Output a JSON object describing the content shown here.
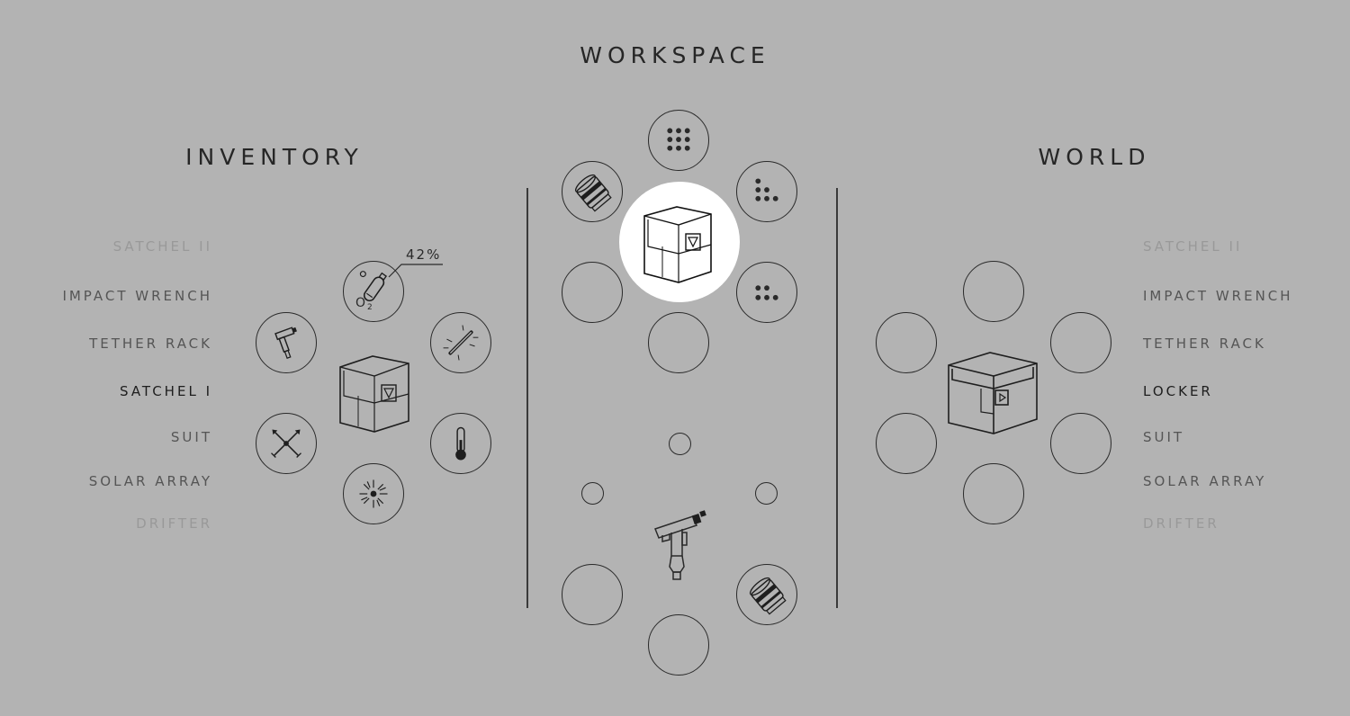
{
  "titles": {
    "workspace": "WORKSPACE",
    "inventory": "INVENTORY",
    "world": "WORLD"
  },
  "inventory": {
    "containers": [
      "SATCHEL II",
      "IMPACT WRENCH",
      "TETHER RACK",
      "SATCHEL I",
      "SUIT",
      "SOLAR ARRAY",
      "DRIFTER"
    ],
    "selected": "SATCHEL I",
    "oxygen_percent": "42%",
    "oxygen_label": "O",
    "oxygen_sub": "2",
    "slots": [
      "oxygen-tank-icon",
      "sealant-tool-icon",
      "glow-rod-icon",
      "thermometer-icon",
      "flare-icon",
      "crossed-tools-icon"
    ]
  },
  "world": {
    "containers": [
      "SATCHEL II",
      "IMPACT WRENCH",
      "TETHER RACK",
      "LOCKER",
      "SUIT",
      "SOLAR ARRAY",
      "DRIFTER"
    ],
    "selected": "LOCKER",
    "slots": [
      "empty",
      "empty",
      "empty",
      "empty",
      "empty",
      "empty"
    ]
  },
  "workspace": {
    "top_slots": [
      "dots-9-icon",
      "dots-6-icon",
      "dots-5-icon",
      "empty",
      "empty",
      "canister-icon"
    ],
    "center": "satchel-icon",
    "bottom_slots": [
      "empty",
      "canister-icon",
      "empty",
      "empty"
    ],
    "tool": "impact-wrench-icon"
  },
  "colors": {
    "background": "#b3b3b3",
    "highlight": "#ffffff",
    "stroke": "#2a2a2a"
  }
}
